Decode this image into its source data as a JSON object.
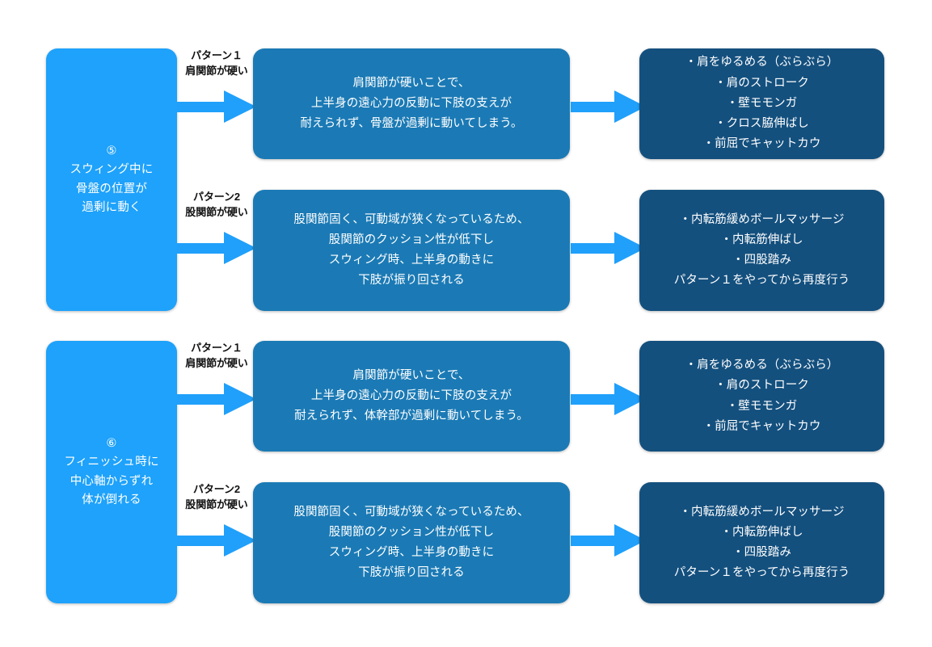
{
  "diagram": {
    "type": "flowchart",
    "colors": {
      "cause_box": "#1ea2fb",
      "detail_box": "#1b7ab5",
      "remedy_box": "#14507e",
      "arrow": "#20a0fa",
      "box_text": "#ffffff",
      "label_text": "#111111",
      "background": "#ffffff"
    },
    "groups": [
      {
        "cause": {
          "number": "⑤",
          "lines": [
            "スウィング中に",
            "骨盤の位置が",
            "過剰に動く"
          ]
        },
        "rows": [
          {
            "label": {
              "pattern": "パターン１",
              "condition": "肩関節が硬い"
            },
            "detail": {
              "lines": [
                "肩関節が硬いことで、",
                "上半身の遠心力の反動に下肢の支えが",
                "耐えられず、骨盤が過剰に動いてしまう。"
              ]
            },
            "remedy": {
              "lines": [
                "・肩をゆるめる（ぶらぶら）",
                "・肩のストローク",
                "・壁モモンガ",
                "・クロス脇伸ばし",
                "・前屈でキャットカウ"
              ]
            }
          },
          {
            "label": {
              "pattern": "パターン2",
              "condition": "股関節が硬い"
            },
            "detail": {
              "lines": [
                "股関節固く、可動域が狭くなっているため、",
                "股関節のクッション性が低下し",
                "スウィング時、上半身の動きに",
                "下肢が振り回される"
              ]
            },
            "remedy": {
              "lines": [
                "・内転筋緩めボールマッサージ",
                "・内転筋伸ばし",
                "・四股踏み",
                "パターン１をやってから再度行う"
              ]
            }
          }
        ]
      },
      {
        "cause": {
          "number": "⑥",
          "lines": [
            "フィニッシュ時に",
            "中心軸からずれ",
            "体が倒れる"
          ]
        },
        "rows": [
          {
            "label": {
              "pattern": "パターン１",
              "condition": "肩関節が硬い"
            },
            "detail": {
              "lines": [
                "肩関節が硬いことで、",
                "上半身の遠心力の反動に下肢の支えが",
                "耐えられず、体幹部が過剰に動いてしまう。"
              ]
            },
            "remedy": {
              "lines": [
                "・肩をゆるめる（ぶらぶら）",
                "・肩のストローク",
                "・壁モモンガ",
                "・前屈でキャットカウ"
              ]
            }
          },
          {
            "label": {
              "pattern": "パターン2",
              "condition": "股関節が硬い"
            },
            "detail": {
              "lines": [
                "股関節固く、可動域が狭くなっているため、",
                "股関節のクッション性が低下し",
                "スウィング時、上半身の動きに",
                "下肢が振り回される"
              ]
            },
            "remedy": {
              "lines": [
                "・内転筋緩めボールマッサージ",
                "・内転筋伸ばし",
                "・四股踏み",
                "パターン１をやってから再度行う"
              ]
            }
          }
        ]
      }
    ]
  }
}
